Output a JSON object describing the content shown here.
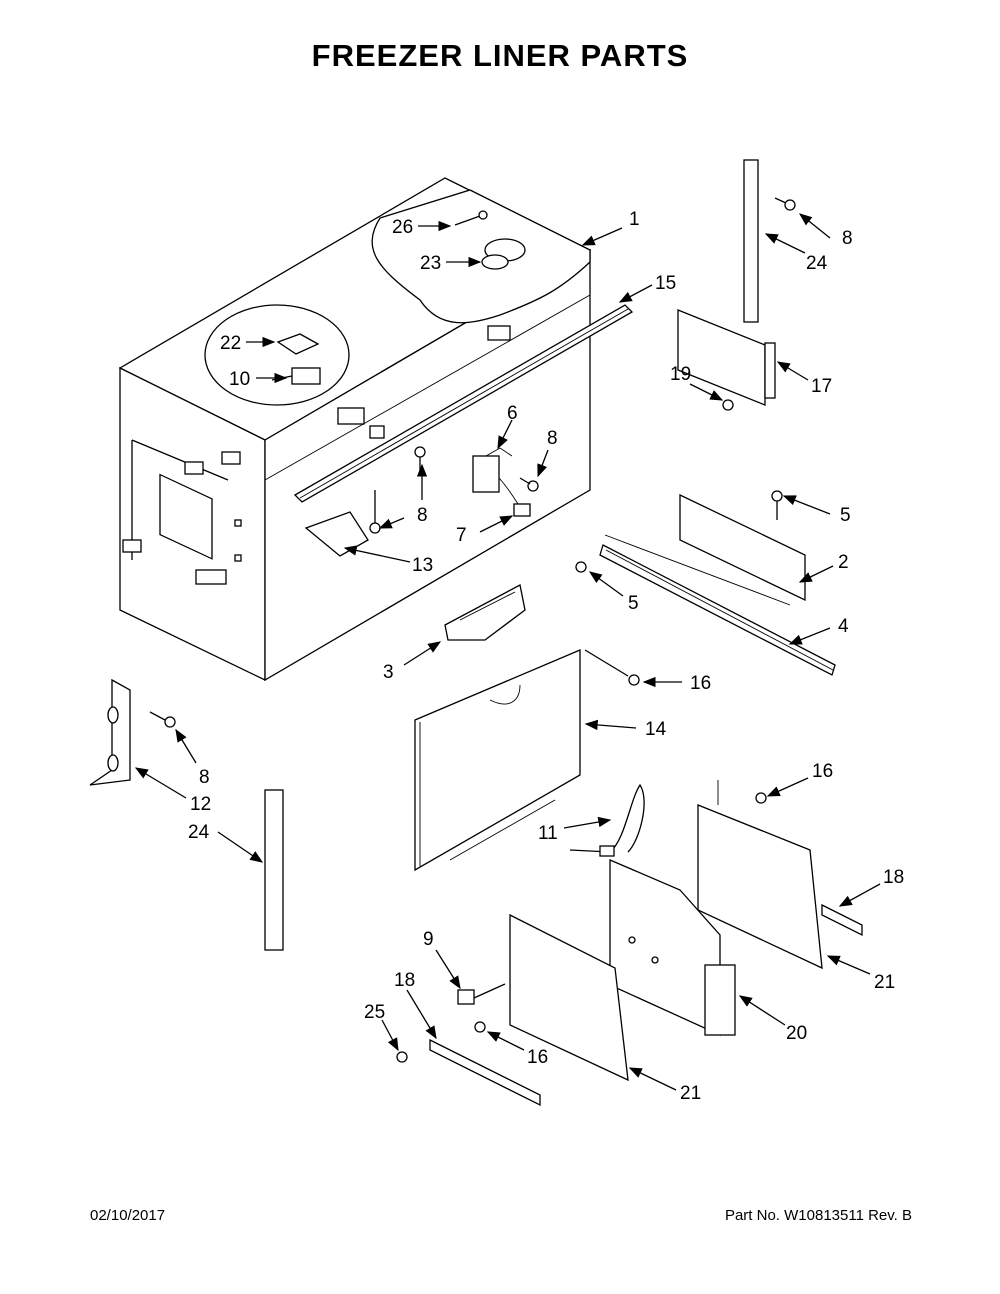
{
  "title": "FREEZER LINER PARTS",
  "footer": {
    "date": "02/10/2017",
    "part_number": "Part No.  W10813511  Rev.  B"
  },
  "callouts": {
    "c1": "1",
    "c15": "15",
    "c26": "26",
    "c23": "23",
    "c22": "22",
    "c10": "10",
    "c6": "6",
    "c8a": "8",
    "c8b": "8",
    "c7": "7",
    "c13": "13",
    "c8c": "8",
    "c24a": "24",
    "c17": "17",
    "c19": "19",
    "c5a": "5",
    "c2": "2",
    "c5b": "5",
    "c4": "4",
    "c3": "3",
    "c16a": "16",
    "c14": "14",
    "c8d": "8",
    "c12": "12",
    "c24b": "24",
    "c16b": "16",
    "c11": "11",
    "c18a": "18",
    "c9": "9",
    "c18b": "18",
    "c25": "25",
    "c16c": "16",
    "c21a": "21",
    "c20": "20",
    "c21b": "21"
  }
}
